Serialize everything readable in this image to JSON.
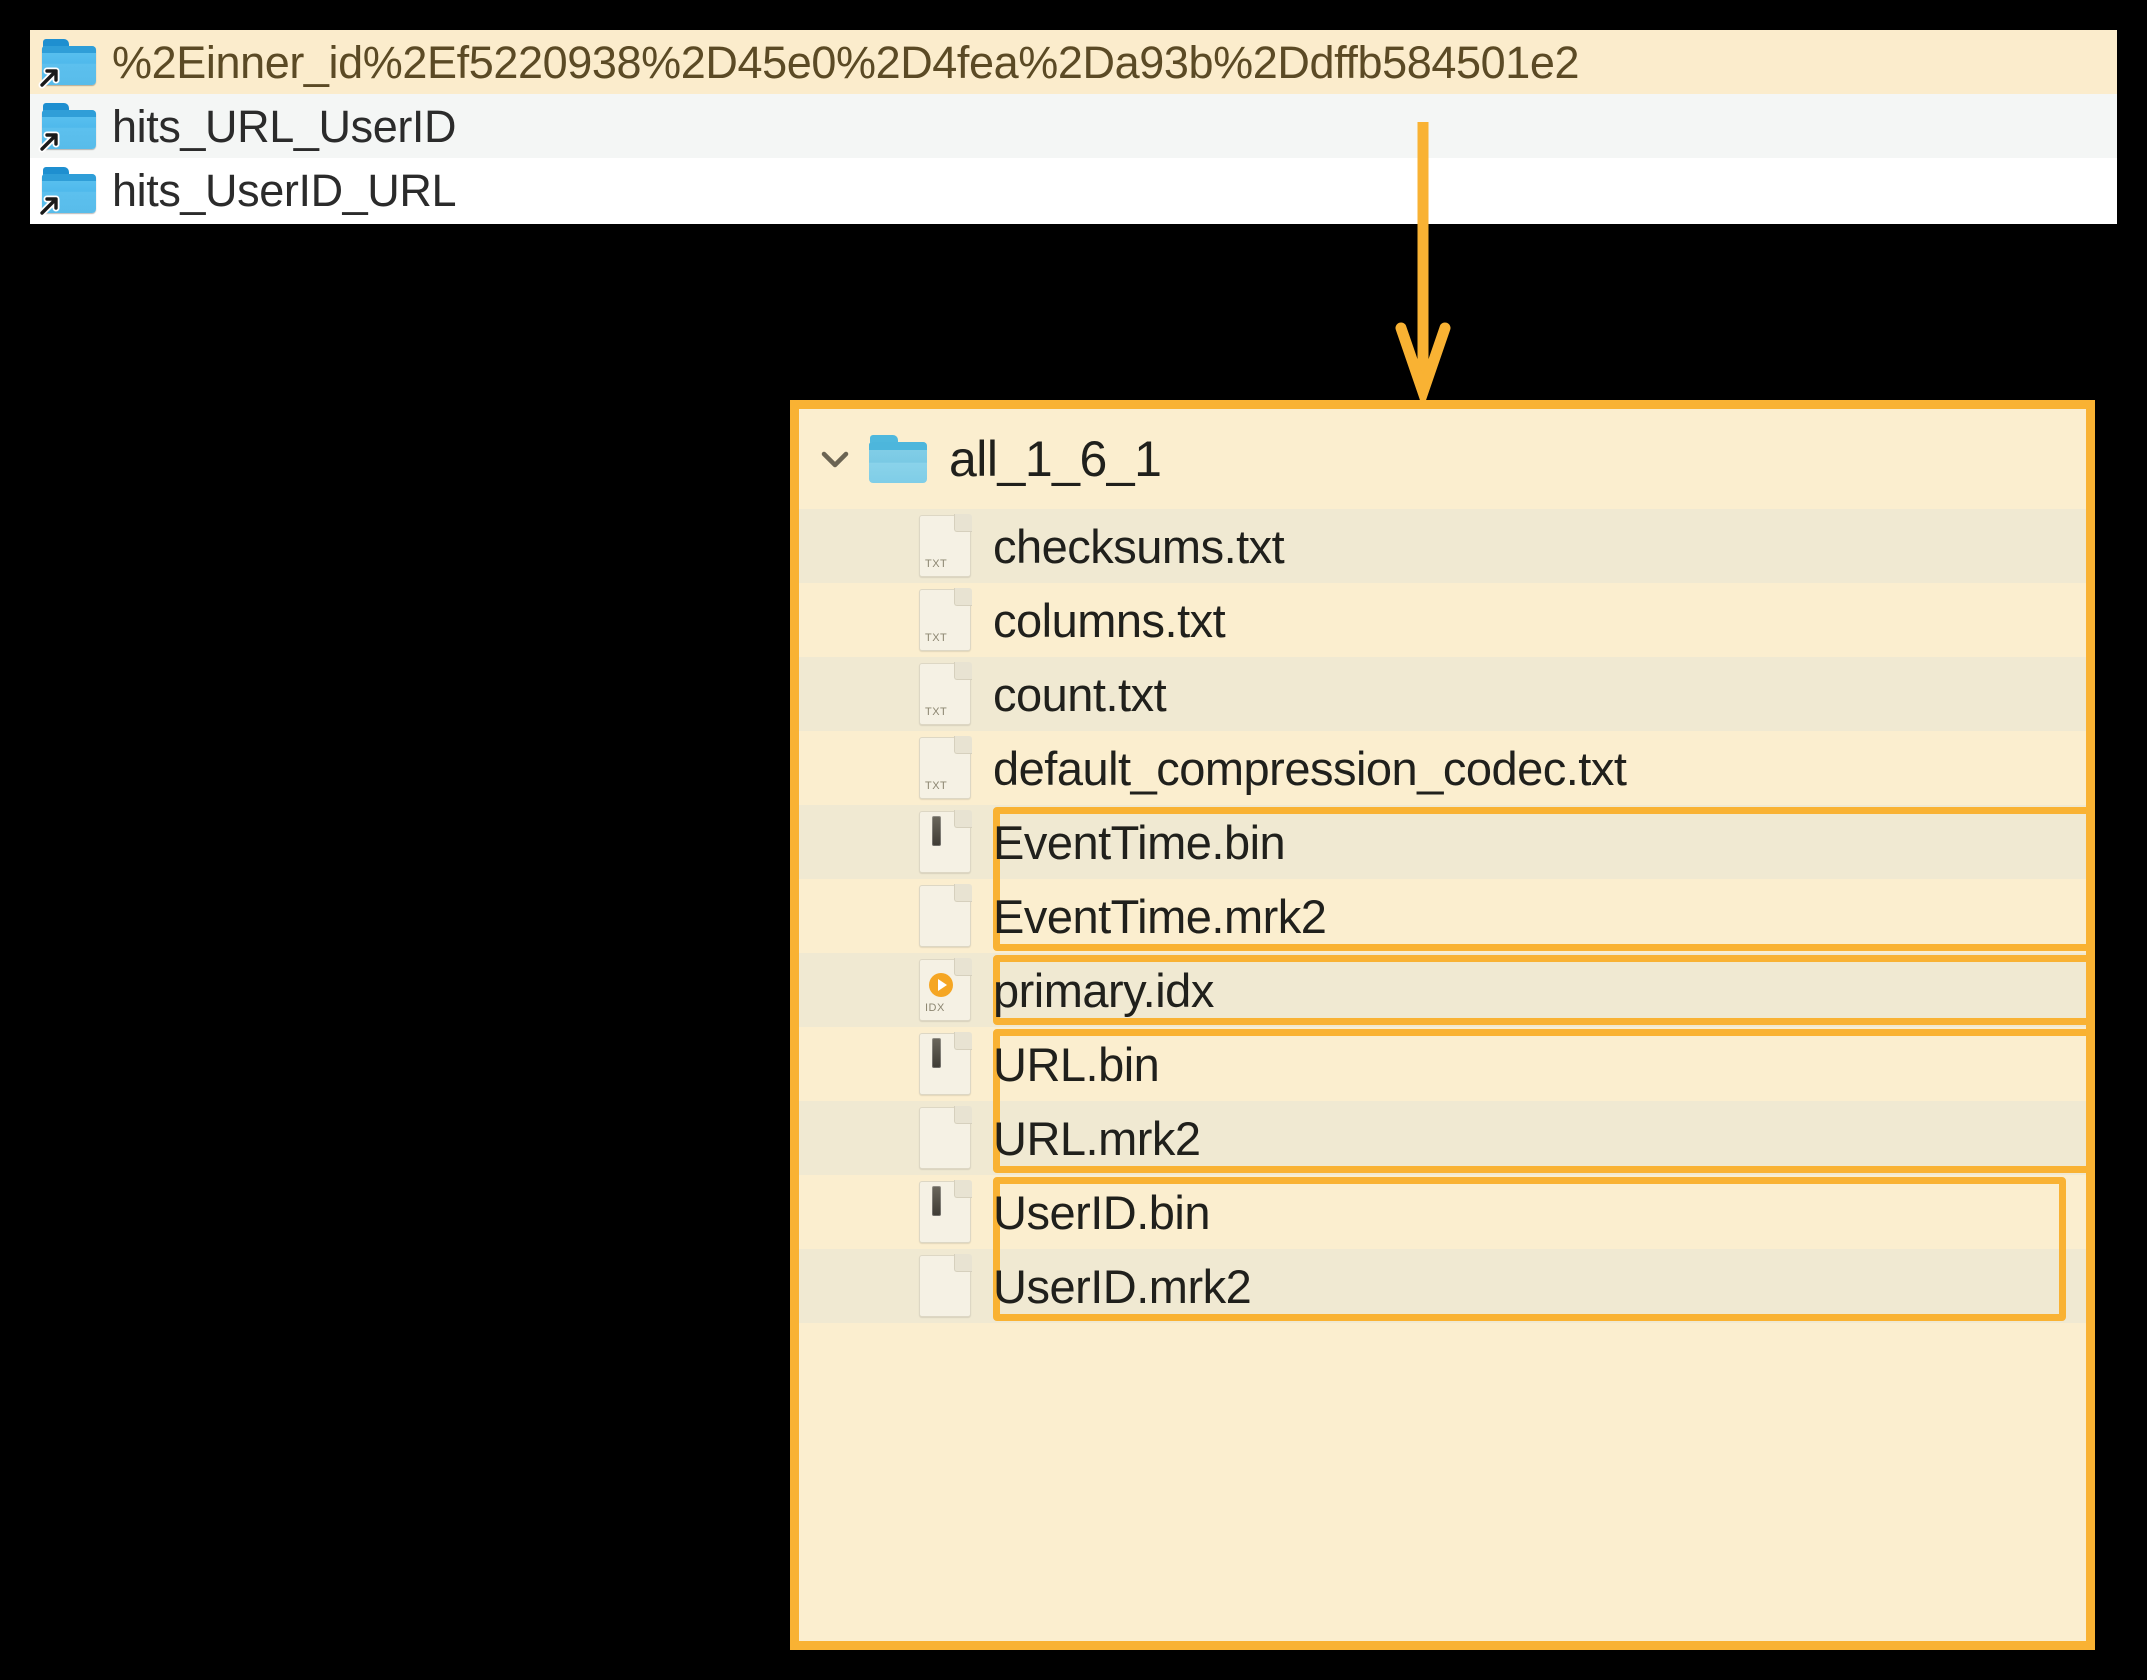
{
  "colors": {
    "accent": "#f9b233",
    "panel_bg": "#fbeecf",
    "row_shade": "#f0e9d2",
    "selected_row": "#fbeccc",
    "alt_row": "#f4f6f5",
    "folder_blue": "#5dc3f0",
    "folder_teal": "#86d0e8",
    "canvas": "#000000"
  },
  "top_panel": {
    "name": "sibling-folder-list",
    "rows": [
      {
        "label": "%2Einner_id%2Ef5220938%2D45e0%2D4fea%2Da93b%2Ddffb584501e2",
        "icon": "folder-alias-icon",
        "state": "selected"
      },
      {
        "label": "hits_URL_UserID",
        "icon": "folder-alias-icon",
        "state": "alternate"
      },
      {
        "label": "hits_UserID_URL",
        "icon": "folder-alias-icon",
        "state": "normal"
      }
    ]
  },
  "annotation": {
    "arrow": "down-arrow",
    "from": "top-panel-selected-row",
    "to": "main-panel"
  },
  "main_panel": {
    "header": {
      "folder_name": "all_1_6_1",
      "expander": "chevron-down-icon",
      "icon": "folder-open-icon"
    },
    "files": [
      {
        "name": "checksums.txt",
        "icon": "txt-file-icon",
        "ext_label": "TXT",
        "shaded": true,
        "highlighted": false
      },
      {
        "name": "columns.txt",
        "icon": "txt-file-icon",
        "ext_label": "TXT",
        "shaded": false,
        "highlighted": false
      },
      {
        "name": "count.txt",
        "icon": "txt-file-icon",
        "ext_label": "TXT",
        "shaded": true,
        "highlighted": false
      },
      {
        "name": "default_compression_codec.txt",
        "icon": "txt-file-icon",
        "ext_label": "TXT",
        "shaded": false,
        "highlighted": false
      },
      {
        "name": "EventTime.bin",
        "icon": "bin-file-icon",
        "ext_label": "",
        "shaded": true,
        "highlighted": true
      },
      {
        "name": "EventTime.mrk2",
        "icon": "mrk-file-icon",
        "ext_label": "",
        "shaded": false,
        "highlighted": true
      },
      {
        "name": "primary.idx",
        "icon": "idx-file-icon",
        "ext_label": "IDX",
        "shaded": true,
        "highlighted": true
      },
      {
        "name": "URL.bin",
        "icon": "bin-file-icon",
        "ext_label": "",
        "shaded": false,
        "highlighted": true
      },
      {
        "name": "URL.mrk2",
        "icon": "mrk-file-icon",
        "ext_label": "",
        "shaded": true,
        "highlighted": true
      },
      {
        "name": "UserID.bin",
        "icon": "bin-file-icon",
        "ext_label": "",
        "shaded": false,
        "highlighted": true
      },
      {
        "name": "UserID.mrk2",
        "icon": "mrk-file-icon",
        "ext_label": "",
        "shaded": true,
        "highlighted": true
      }
    ],
    "highlight_groups": [
      {
        "label": "EventTime-column-files",
        "start": 4,
        "end": 5
      },
      {
        "label": "primary-index-file",
        "start": 6,
        "end": 6
      },
      {
        "label": "URL-column-files",
        "start": 7,
        "end": 8
      },
      {
        "label": "UserID-column-files",
        "start": 9,
        "end": 10
      }
    ]
  }
}
